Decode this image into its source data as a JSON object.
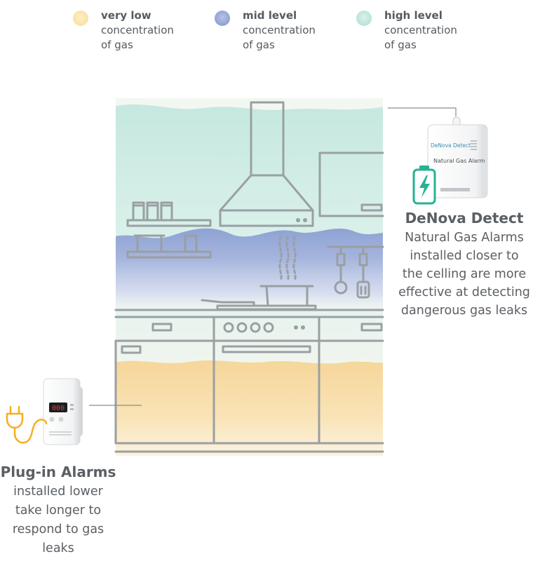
{
  "legend": [
    {
      "level": "very low",
      "line2": "concentration",
      "line3": "of gas",
      "color": "#fbe5ad"
    },
    {
      "level": "mid level",
      "line2": "concentration",
      "line3": "of gas",
      "color": "#8fa3d3"
    },
    {
      "level": "high level",
      "line2": "concentration",
      "line3": "of gas",
      "color": "#bfe6dd"
    }
  ],
  "colors": {
    "high": "#cdebe3",
    "mid": "#97a9d6",
    "low": "#f7d8a1",
    "stroke": "#9a9fa3",
    "green_icon": "#27b293",
    "yellow_icon": "#f2b020",
    "led": "#e53a2d"
  },
  "denova": {
    "title": "DeNova Detect",
    "body": [
      "Natural Gas Alarms",
      "installed closer to",
      "the celling are more",
      "effective at detecting",
      "dangerous gas leaks"
    ],
    "device_brand": "DeNova Detect",
    "device_label": "Natural Gas Alarm",
    "icon": "battery-charging-icon"
  },
  "plugin": {
    "title": "Plug-in Alarms",
    "body": [
      "installed lower",
      "take longer to",
      "respond to gas",
      "leaks"
    ],
    "display_value": "000",
    "icon": "power-plug-icon"
  }
}
